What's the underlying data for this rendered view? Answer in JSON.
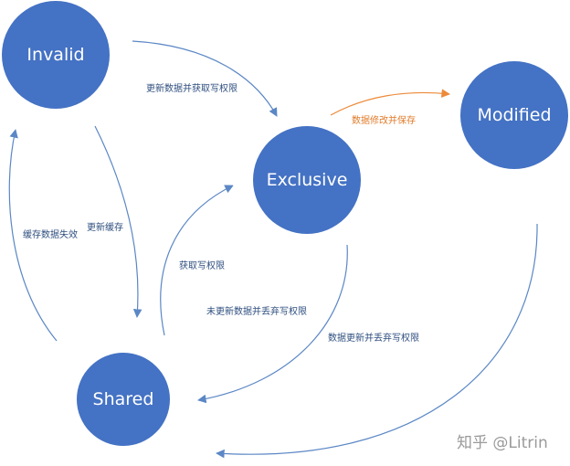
{
  "nodes": {
    "invalid": "Invalid",
    "exclusive": "Exclusive",
    "modified": "Modified",
    "shared": "Shared"
  },
  "edges": {
    "invalid_to_exclusive": "更新数据并获取写权限",
    "exclusive_to_modified": "数据修改并保存",
    "shared_to_invalid": "缓存数据失效",
    "invalid_to_shared": "更新缓存",
    "shared_to_exclusive": "获取写权限",
    "exclusive_to_shared": "未更新数据并丢弃写权限",
    "modified_to_shared": "数据更新并丢弃写权限"
  },
  "watermark": "知乎 @Litrin",
  "colors": {
    "node_fill": "#4472C4",
    "edge_blue": "#5B87C5",
    "edge_orange": "#ED8A3A",
    "label_text": "#2F4F7F",
    "label_orange": "#E07B2A"
  }
}
